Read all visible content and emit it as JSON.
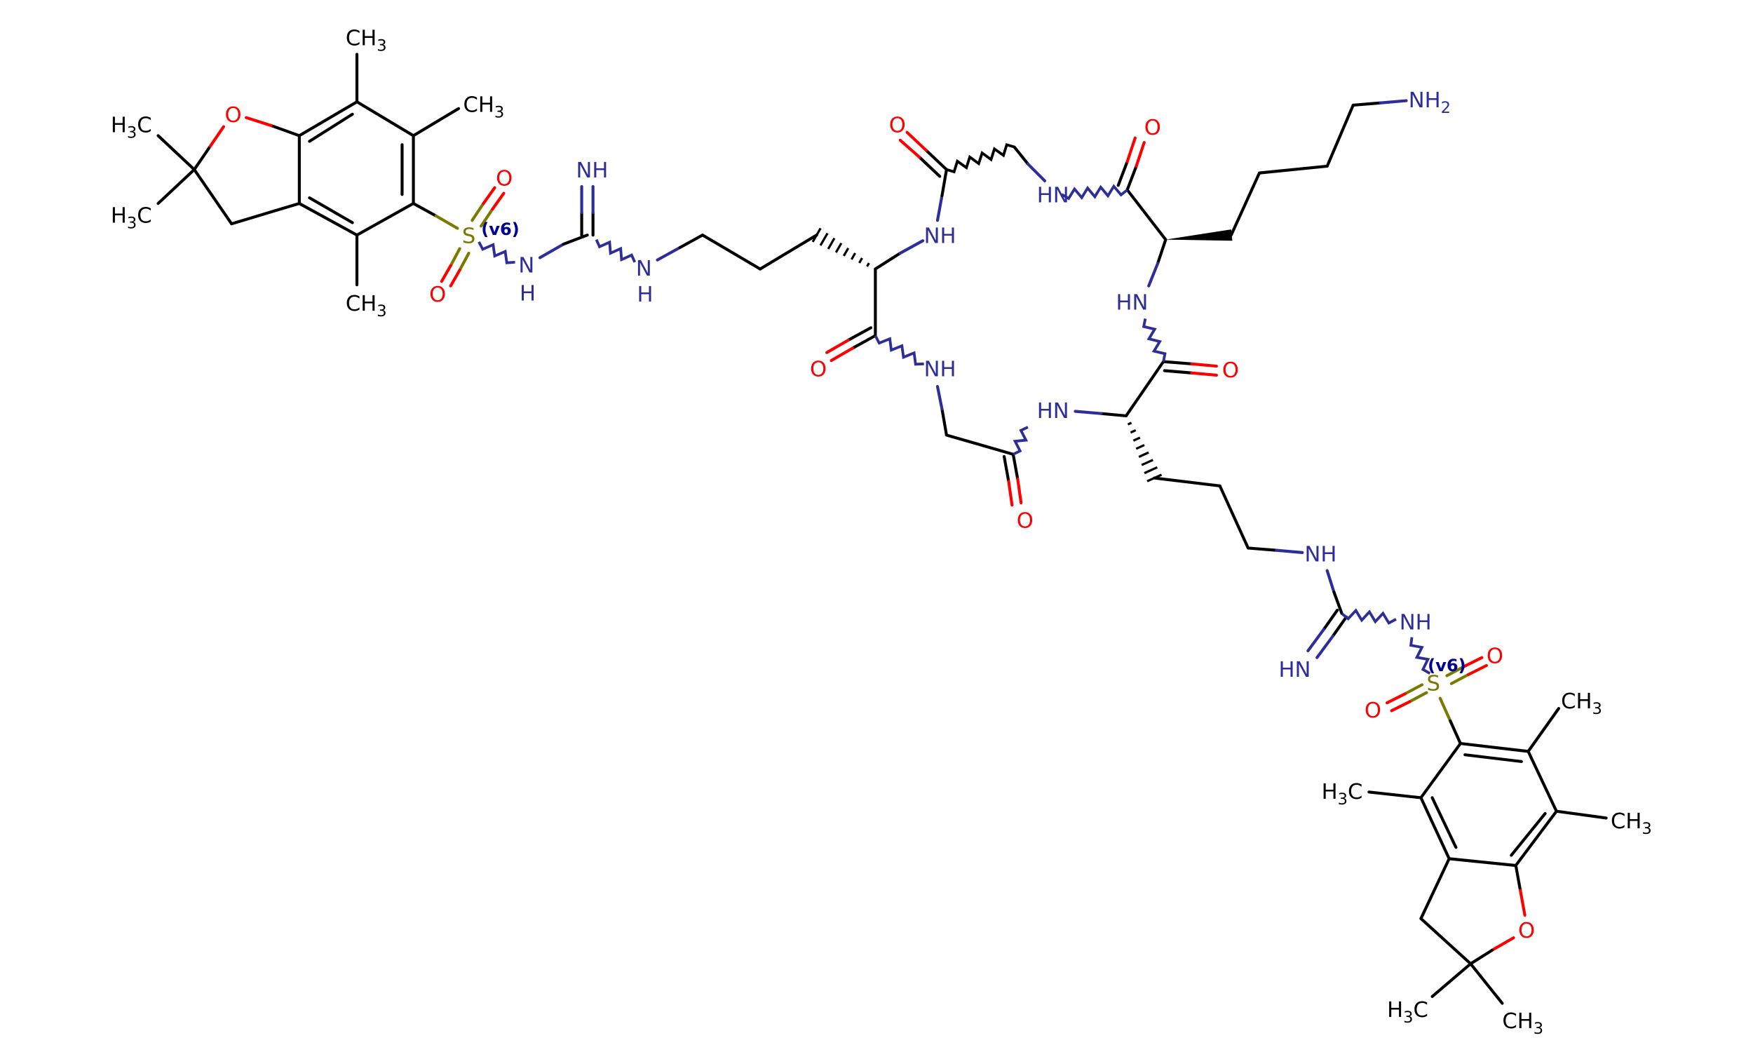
{
  "molecule": {
    "colors": {
      "carbon": "#000000",
      "nitrogen": "#2e2e99",
      "oxygen": "#ff0000",
      "sulfur": "#7a7a00",
      "valence": "#00008b"
    },
    "labels": {
      "l_ch3_top": "CH3",
      "l_ch3_right": "CH3",
      "l_ch3_bottom": "CH3",
      "l_o_ring_left": "O",
      "l_h3c_up": "H3C",
      "l_h3c_down": "H3C",
      "l_s_left": "S",
      "l_v6_left": "(v6)",
      "l_o_s1": "O",
      "l_o_s2": "O",
      "l_n_sulf": "N",
      "l_h_sulf": "H",
      "l_nh_imine": "NH",
      "l_n_guan": "N",
      "l_h_guan": "H",
      "l_nh_1": "NH",
      "l_o_1": "O",
      "l_hn_2": "HN",
      "l_o_2": "O",
      "l_nh2": "NH2",
      "l_hn_3": "HN",
      "l_o_3": "O",
      "l_hn_4": "HN",
      "l_o_4": "O",
      "l_nh_5": "NH",
      "l_o_5": "O",
      "l_nh_side": "NH",
      "l_hn_imine2": "HN",
      "l_nh_sulf2": "NH",
      "l_s_right": "S",
      "l_v6_right": "(v6)",
      "l_o_s3": "O",
      "l_o_s4": "O",
      "l_ch3_r1": "CH3",
      "l_ch3_r2": "CH3",
      "l_h3c_r3": "H3C",
      "l_o_ring_right": "O",
      "l_h3c_r4": "H3C",
      "l_ch3_r5": "CH3"
    }
  }
}
